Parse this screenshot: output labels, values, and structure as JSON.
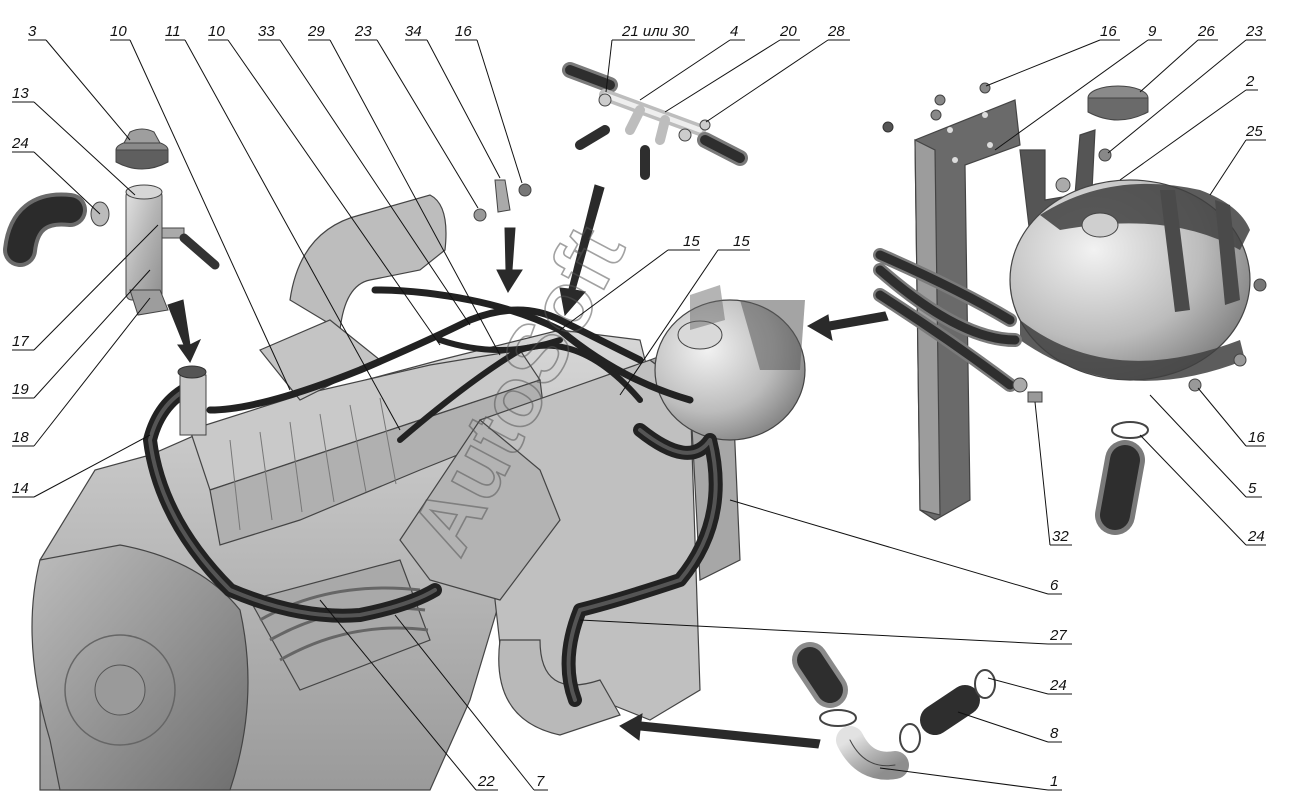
{
  "watermark": "AutoSoft",
  "labels": [
    "3",
    "10",
    "11",
    "10",
    "33",
    "29",
    "23",
    "34",
    "16",
    "21 или 30",
    "4",
    "20",
    "28",
    "16",
    "9",
    "26",
    "23",
    "2",
    "25",
    "13",
    "24",
    "17",
    "19",
    "18",
    "14",
    "15",
    "15",
    "16",
    "5",
    "24",
    "32",
    "6",
    "27",
    "24",
    "8",
    "1",
    "22",
    "7"
  ]
}
